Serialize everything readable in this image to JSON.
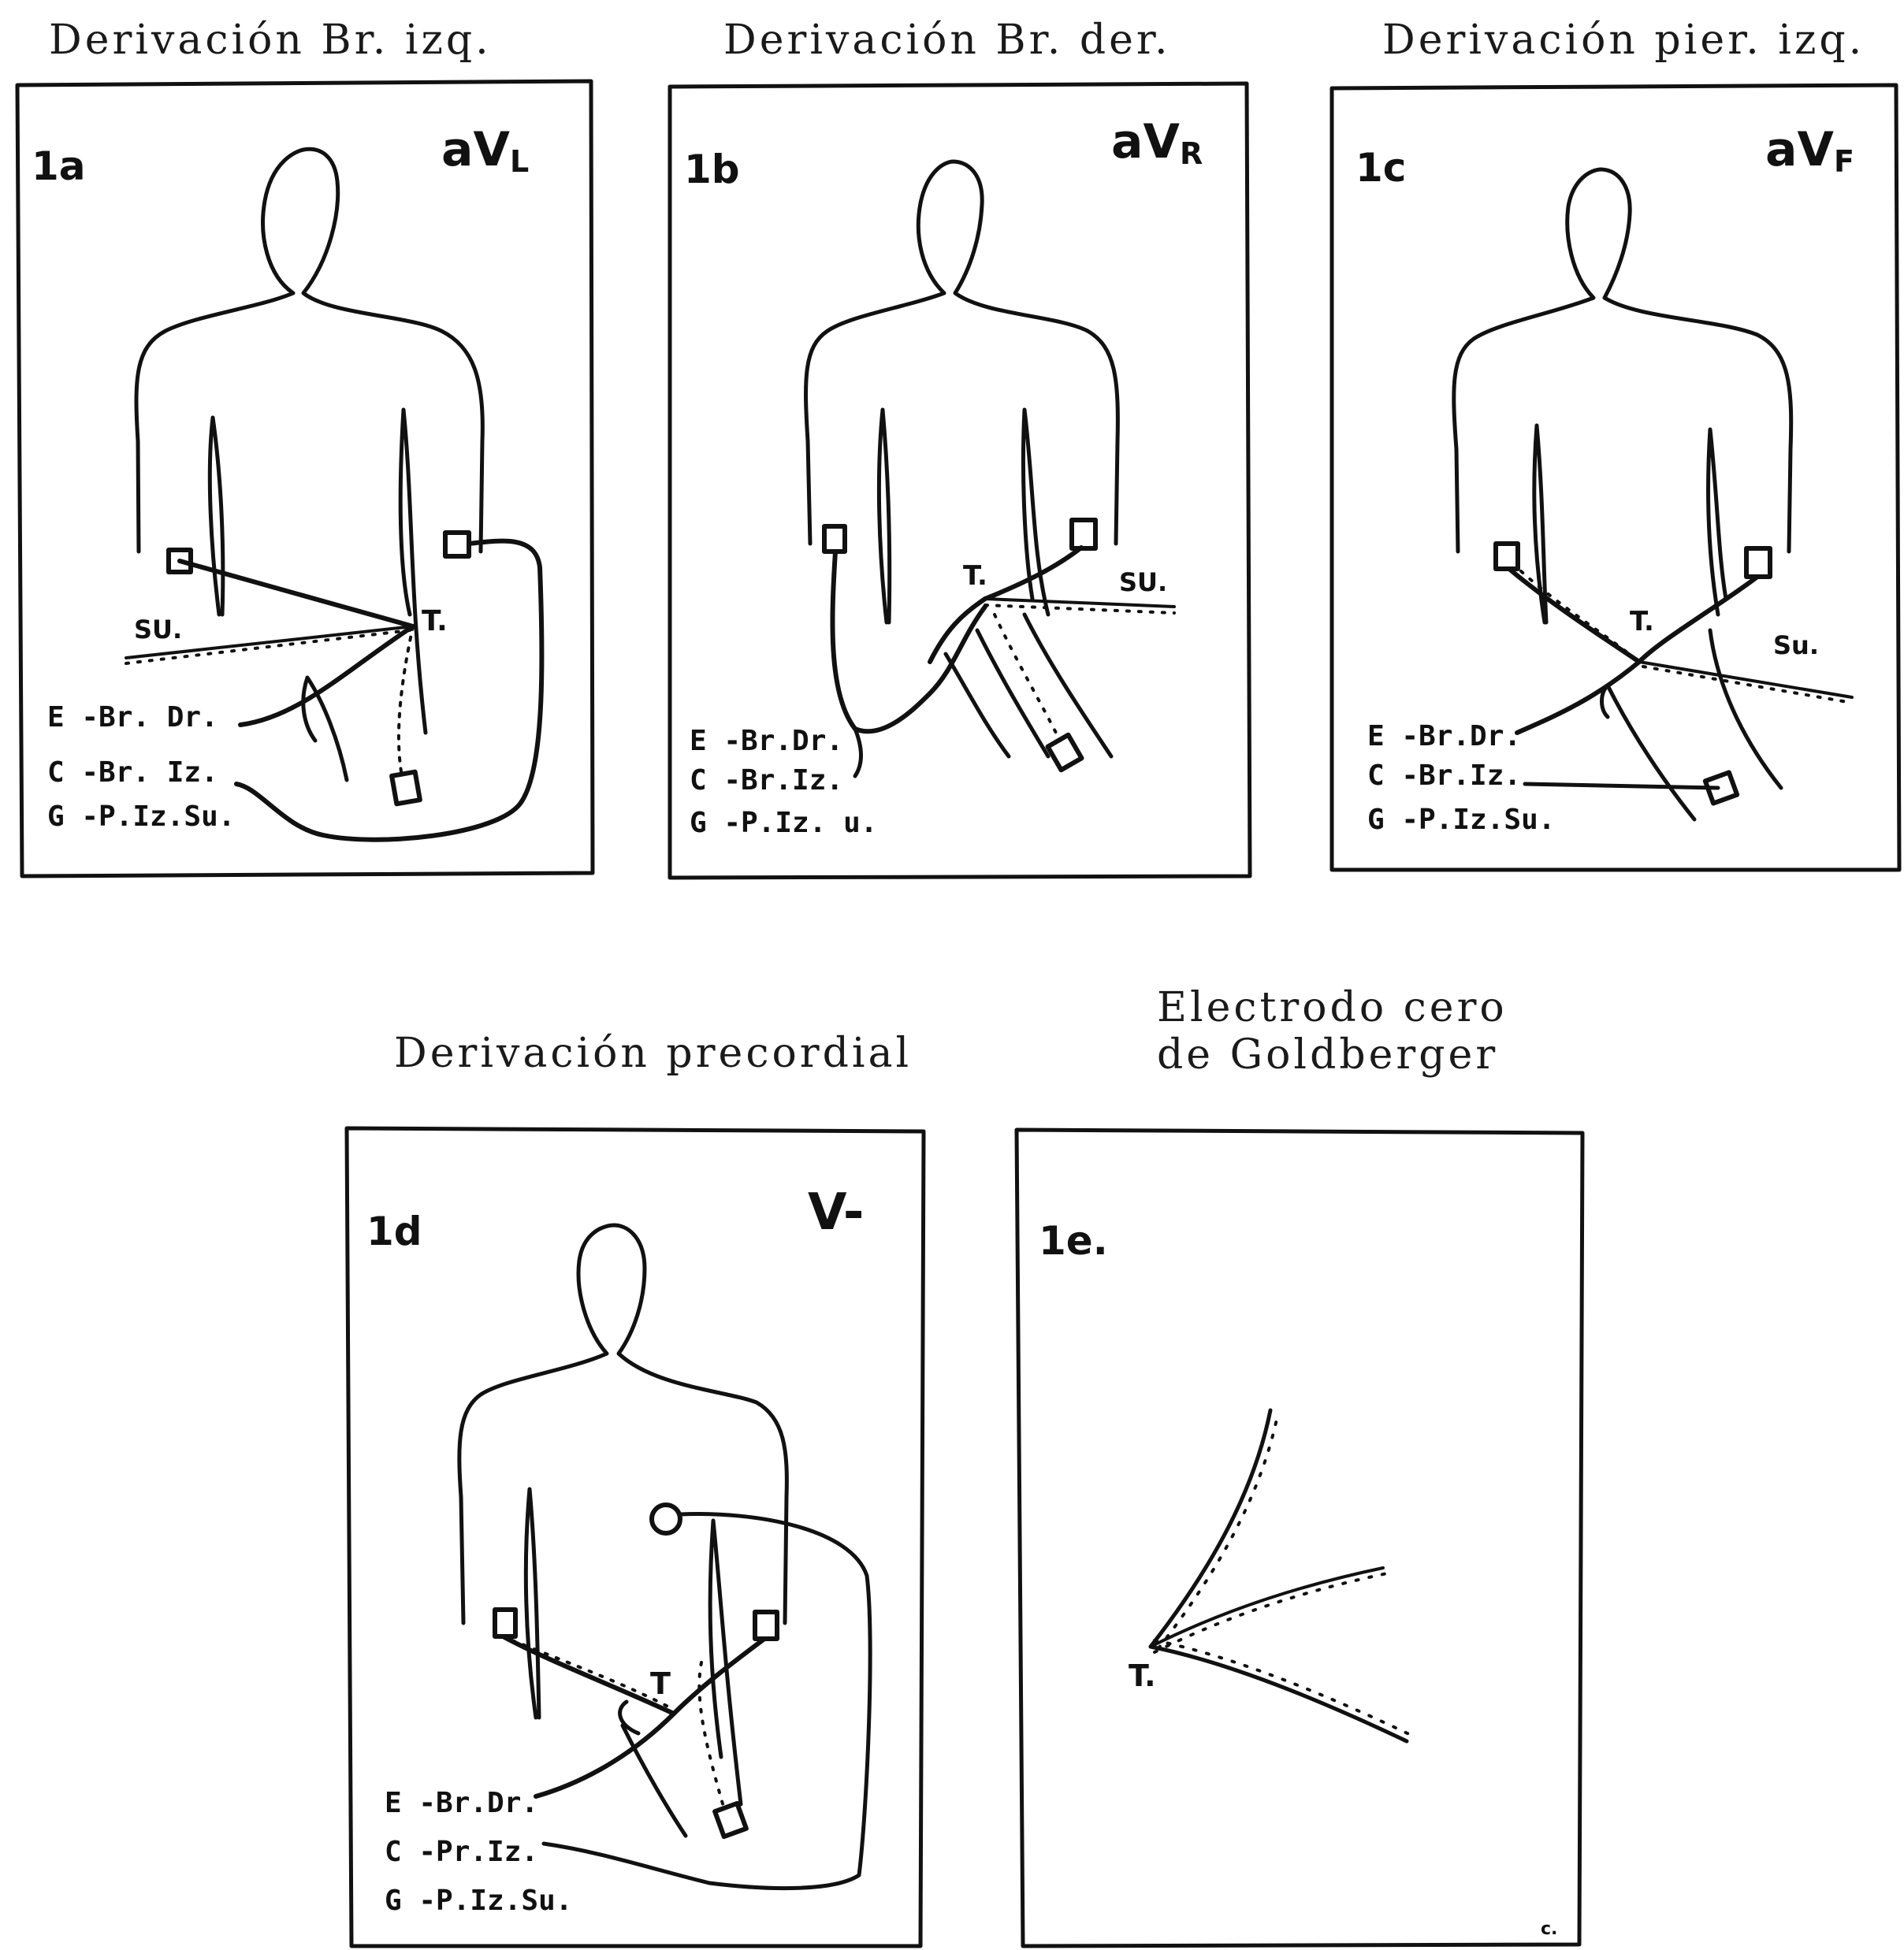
{
  "captions": {
    "a": "Derivación Br. izq.",
    "b": "Derivación Br. der.",
    "c": "Derivación pier. izq.",
    "d": "Derivación precordial",
    "e_line1": "Electrodo cero",
    "e_line2": "de Goldberger"
  },
  "panels": {
    "a": {
      "id": "1a",
      "lead": "aV",
      "lead_sub": "L",
      "su": "SU.",
      "t": "T.",
      "legend": [
        "E -Br. Dr.",
        "C -Br. Iz.",
        "G -P.Iz.Su."
      ]
    },
    "b": {
      "id": "1b",
      "lead": "aV",
      "lead_sub": "R",
      "su": "SU.",
      "t": "T.",
      "legend": [
        "E -Br.Dr.",
        "C -Br.Iz.",
        "G -P.Iz. u."
      ]
    },
    "c": {
      "id": "1c",
      "lead": "aV",
      "lead_sub": "F",
      "su": "Su.",
      "t": "T.",
      "legend": [
        "E -Br.Dr.",
        "C -Br.Iz.",
        "G -P.Iz.Su."
      ]
    },
    "d": {
      "id": "1d",
      "lead": "V-",
      "t": "T",
      "legend": [
        "E -Br.Dr.",
        "C -Pr.Iz.",
        "G -P.Iz.Su."
      ]
    },
    "e": {
      "id": "1e.",
      "t": "T.",
      "corner": "c."
    }
  },
  "colors": {
    "ink": "#111111",
    "paper": "#ffffff"
  }
}
